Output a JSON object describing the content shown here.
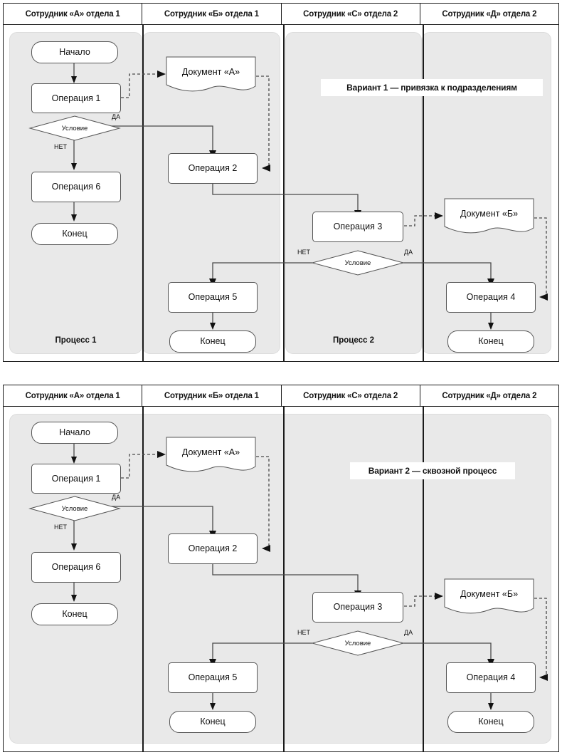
{
  "headers": [
    "Сотрудник «А» отдела 1",
    "Сотрудник «Б» отдела 1",
    "Сотрудник «С» отдела 2",
    "Сотрудник «Д» отдела 2"
  ],
  "top": {
    "variant_caption": "Вариант 1 — привязка к подразделениям",
    "process_labels": {
      "p1": "Процесс 1",
      "p2": "Процесс 2"
    },
    "nodes": {
      "start1": "Начало",
      "op1": "Операция 1",
      "cond1": "Условие",
      "op6": "Операция 6",
      "end1": "Конец",
      "docA": "Документ «А»",
      "op2": "Операция 2",
      "op5": "Операция 5",
      "end2": "Конец",
      "op3": "Операция 3",
      "cond2": "Условие",
      "docB": "Документ «Б»",
      "op4": "Операция 4",
      "end3": "Конец"
    },
    "edge_labels": {
      "yes1": "ДА",
      "no1": "НЕТ",
      "no2": "НЕТ",
      "yes2": "ДА"
    }
  },
  "bottom": {
    "variant_caption": "Вариант 2 — сквозной процесс",
    "nodes": {
      "start1": "Начало",
      "op1": "Операция 1",
      "cond1": "Условие",
      "op6": "Операция 6",
      "end1": "Конец",
      "docA": "Документ «А»",
      "op2": "Операция 2",
      "op5": "Операция 5",
      "end2": "Конец",
      "op3": "Операция 3",
      "cond2": "Условие",
      "docB": "Документ «Б»",
      "op4": "Операция 4",
      "end3": "Конец"
    },
    "edge_labels": {
      "yes1": "ДА",
      "no1": "НЕТ",
      "no2": "НЕТ",
      "yes2": "ДА"
    }
  },
  "colors": {
    "frame": "#1a1a1a",
    "lane_fill": "#e9e9e9",
    "node_stroke": "#555555",
    "wire": "#4a4a4a",
    "page_bg": "#ffffff"
  }
}
